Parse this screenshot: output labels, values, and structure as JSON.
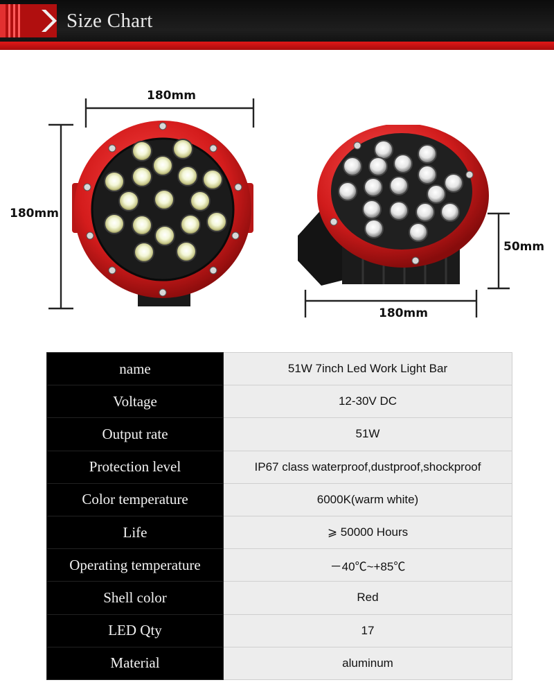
{
  "header": {
    "title": "Size Chart"
  },
  "dimensions": {
    "front_width": "180mm",
    "front_height": "180mm",
    "side_depth": "50mm",
    "side_width": "180mm"
  },
  "colors": {
    "shell": "#d42020",
    "banner_red": "#c81414",
    "table_key_bg": "#000000",
    "table_val_bg": "#ededed"
  },
  "specs": [
    {
      "key": "name",
      "value": "51W 7inch Led Work Light Bar"
    },
    {
      "key": "Voltage",
      "value": "12-30V DC"
    },
    {
      "key": "Output rate",
      "value": "51W"
    },
    {
      "key": "Protection level",
      "value": "IP67 class waterproof,dustproof,shockproof"
    },
    {
      "key": "Color temperature",
      "value": "6000K(warm white)"
    },
    {
      "key": "Life",
      "value": "⩾ 50000 Hours"
    },
    {
      "key": "Operating temperature",
      "value": "－40℃~+85℃"
    },
    {
      "key": "Shell color",
      "value": "Red"
    },
    {
      "key": "LED Qty",
      "value": "17"
    },
    {
      "key": "Material",
      "value": "aluminum"
    }
  ]
}
